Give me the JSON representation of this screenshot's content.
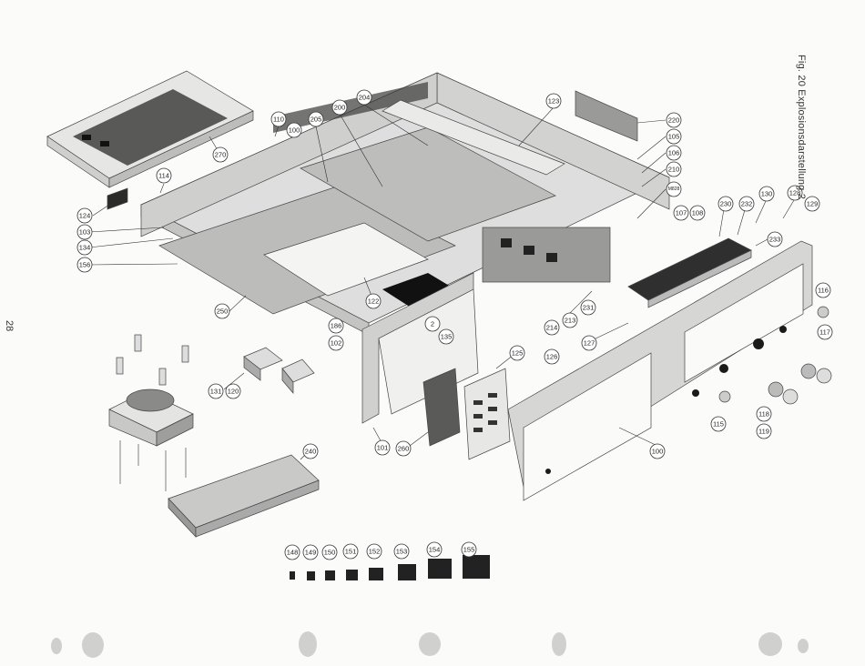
{
  "figure": {
    "caption": "Fig. 20 Explosionsdarstellung 2",
    "page_number": "28"
  },
  "callouts": [
    "110",
    "100",
    "205",
    "200",
    "204",
    "123",
    "220",
    "105",
    "106",
    "210",
    "M828",
    "270",
    "114",
    "124",
    "103",
    "134",
    "156",
    "107",
    "108",
    "230",
    "232",
    "130",
    "128",
    "129",
    "233",
    "250",
    "122",
    "186",
    "2",
    "135",
    "102",
    "214",
    "213",
    "231",
    "127",
    "116",
    "117",
    "125",
    "126",
    "131",
    "120",
    "101",
    "260",
    "240",
    "100",
    "115",
    "118",
    "119",
    "148",
    "149",
    "150",
    "151",
    "152",
    "153",
    "154",
    "155"
  ],
  "colors": {
    "line": "#333333",
    "paper": "#fbfbf9",
    "board": "#c8c8c6",
    "dark": "#1a1a1a"
  }
}
